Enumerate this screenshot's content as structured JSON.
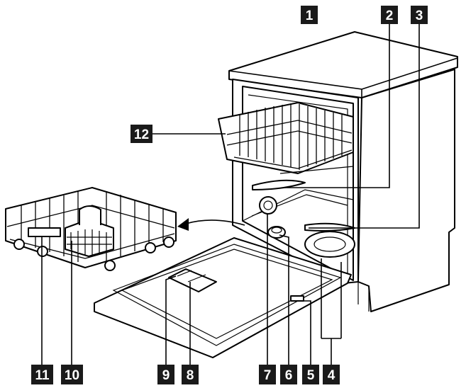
{
  "callouts": [
    {
      "id": "1",
      "label": "1"
    },
    {
      "id": "2",
      "label": "2"
    },
    {
      "id": "3",
      "label": "3"
    },
    {
      "id": "4",
      "label": "4"
    },
    {
      "id": "5",
      "label": "5"
    },
    {
      "id": "6",
      "label": "6"
    },
    {
      "id": "7",
      "label": "7"
    },
    {
      "id": "8",
      "label": "8"
    },
    {
      "id": "9",
      "label": "9"
    },
    {
      "id": "10",
      "label": "10"
    },
    {
      "id": "11",
      "label": "11"
    },
    {
      "id": "12",
      "label": "12"
    }
  ],
  "colors": {
    "ink": "#000000",
    "callout_bg": "#1a1a1a",
    "callout_text": "#ffffff",
    "tub": "#ffffff"
  }
}
